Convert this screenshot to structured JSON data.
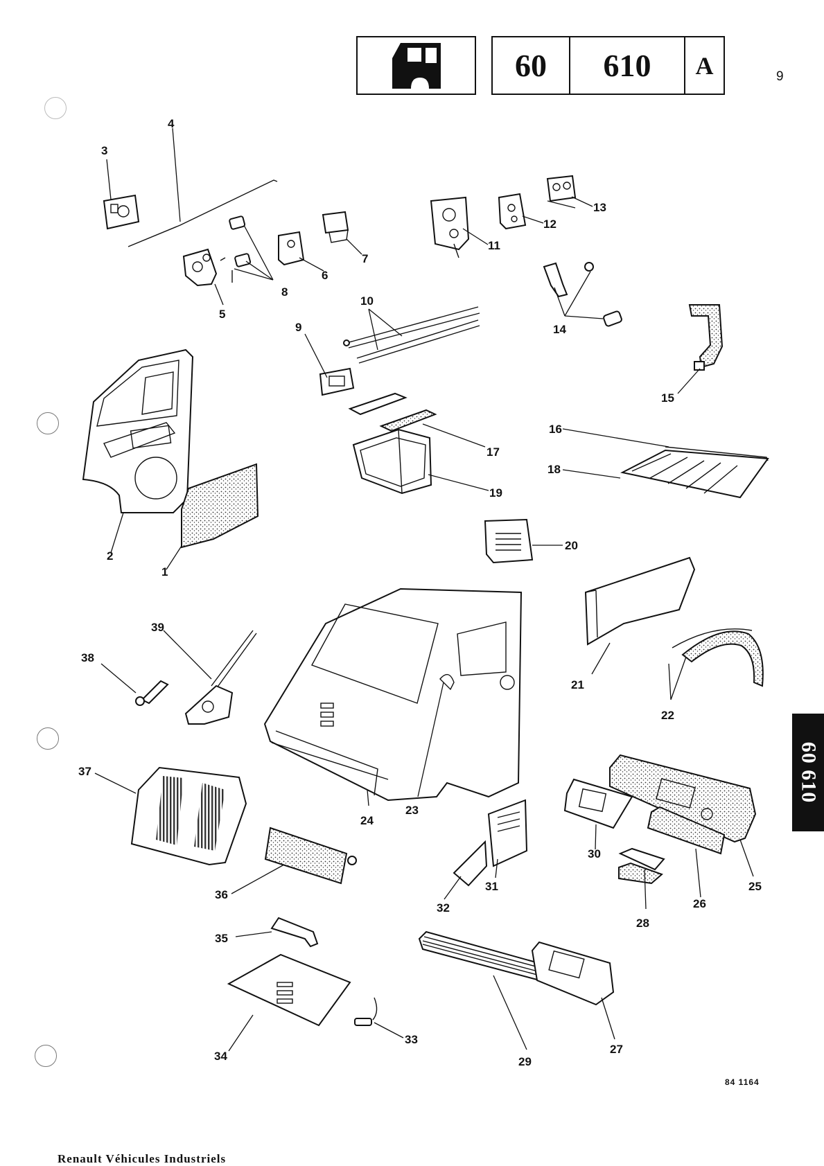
{
  "header": {
    "cab_icon": "truck-cab-icon",
    "group": "60",
    "subgroup": "610",
    "variant": "A",
    "page_number": "9"
  },
  "side_tab": "60 610",
  "reference": "84 1164",
  "footer": "Renault Véhicules Industriels",
  "callouts": [
    {
      "id": "1",
      "label": "1"
    },
    {
      "id": "2",
      "label": "2"
    },
    {
      "id": "3",
      "label": "3"
    },
    {
      "id": "4",
      "label": "4"
    },
    {
      "id": "5",
      "label": "5"
    },
    {
      "id": "6",
      "label": "6"
    },
    {
      "id": "7",
      "label": "7"
    },
    {
      "id": "8",
      "label": "8"
    },
    {
      "id": "9",
      "label": "9"
    },
    {
      "id": "10",
      "label": "10"
    },
    {
      "id": "11",
      "label": "11"
    },
    {
      "id": "12",
      "label": "12"
    },
    {
      "id": "13",
      "label": "13"
    },
    {
      "id": "14",
      "label": "14"
    },
    {
      "id": "15",
      "label": "15"
    },
    {
      "id": "16",
      "label": "16"
    },
    {
      "id": "17",
      "label": "17"
    },
    {
      "id": "18",
      "label": "18"
    },
    {
      "id": "19",
      "label": "19"
    },
    {
      "id": "20",
      "label": "20"
    },
    {
      "id": "21",
      "label": "21"
    },
    {
      "id": "22",
      "label": "22"
    },
    {
      "id": "23",
      "label": "23"
    },
    {
      "id": "24",
      "label": "24"
    },
    {
      "id": "25",
      "label": "25"
    },
    {
      "id": "26",
      "label": "26"
    },
    {
      "id": "27",
      "label": "27"
    },
    {
      "id": "28",
      "label": "28"
    },
    {
      "id": "29",
      "label": "29"
    },
    {
      "id": "30",
      "label": "30"
    },
    {
      "id": "31",
      "label": "31"
    },
    {
      "id": "32",
      "label": "32"
    },
    {
      "id": "33",
      "label": "33"
    },
    {
      "id": "34",
      "label": "34"
    },
    {
      "id": "35",
      "label": "35"
    },
    {
      "id": "36",
      "label": "36"
    },
    {
      "id": "37",
      "label": "37"
    },
    {
      "id": "38",
      "label": "38"
    },
    {
      "id": "39",
      "label": "39"
    }
  ]
}
